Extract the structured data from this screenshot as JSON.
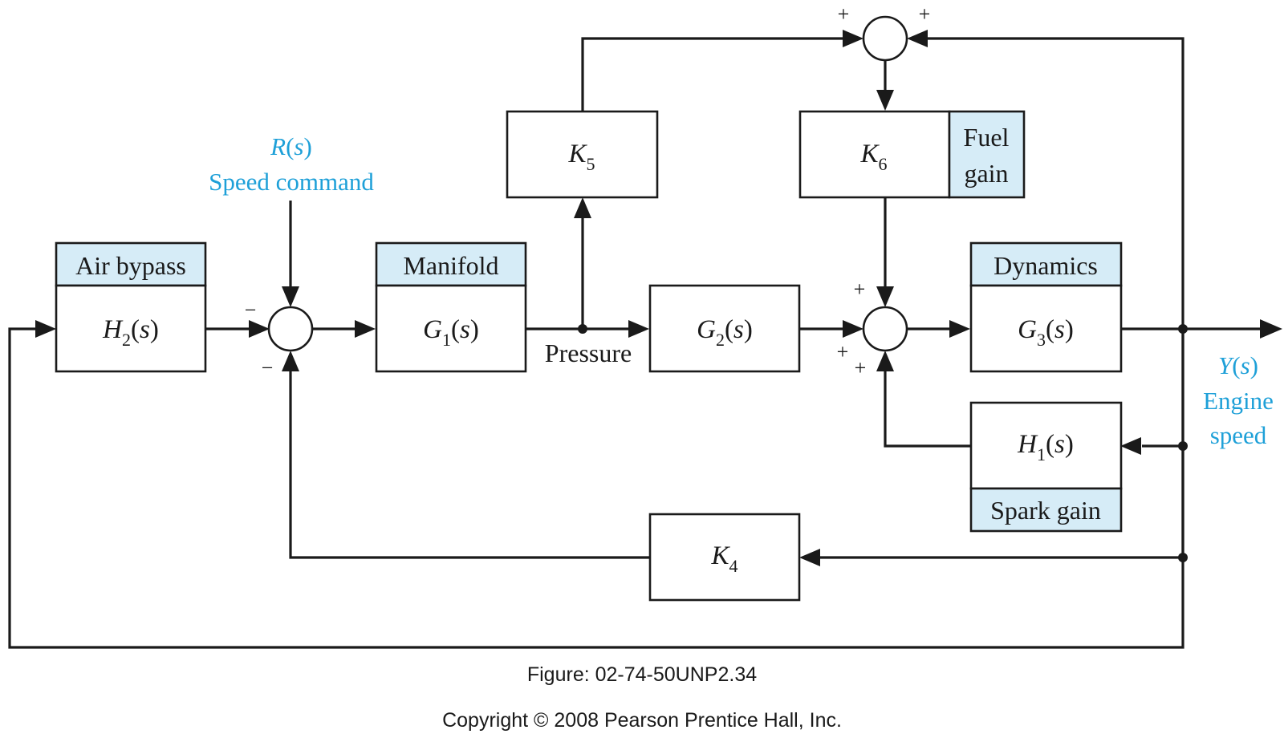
{
  "colors": {
    "line": "#1a1a1a",
    "tag_fill": "#d6ecf7",
    "signal_text": "#1ea0d8"
  },
  "signals": {
    "reference_symbol": "R",
    "reference_name": "Speed command",
    "output_symbol": "Y",
    "output_name_line1": "Engine",
    "output_name_line2": "speed",
    "pressure": "Pressure",
    "laplace_var": "s"
  },
  "blocks": {
    "air_bypass": {
      "tag": "Air bypass",
      "symbol": "H",
      "subscript": "2"
    },
    "manifold": {
      "tag": "Manifold",
      "symbol": "G",
      "subscript": "1"
    },
    "k5": {
      "symbol": "K",
      "subscript": "5"
    },
    "g2": {
      "symbol": "G",
      "subscript": "2"
    },
    "k6": {
      "symbol": "K",
      "subscript": "6",
      "tag_line1": "Fuel",
      "tag_line2": "gain"
    },
    "dynamics": {
      "tag": "Dynamics",
      "symbol": "G",
      "subscript": "3"
    },
    "h1": {
      "symbol": "H",
      "subscript": "1",
      "tag": "Spark gain"
    },
    "k4": {
      "symbol": "K",
      "subscript": "4"
    }
  },
  "signs": {
    "sum1_left": "−",
    "sum1_bottom": "−",
    "sum2_top": "+",
    "sum2_left": "+",
    "sum2_bottom": "+",
    "sum3_left": "+",
    "sum3_right": "+"
  },
  "footer": {
    "figure": "Figure: 02-74-50UNP2.34",
    "copyright": "Copyright © 2008 Pearson Prentice Hall, Inc."
  }
}
